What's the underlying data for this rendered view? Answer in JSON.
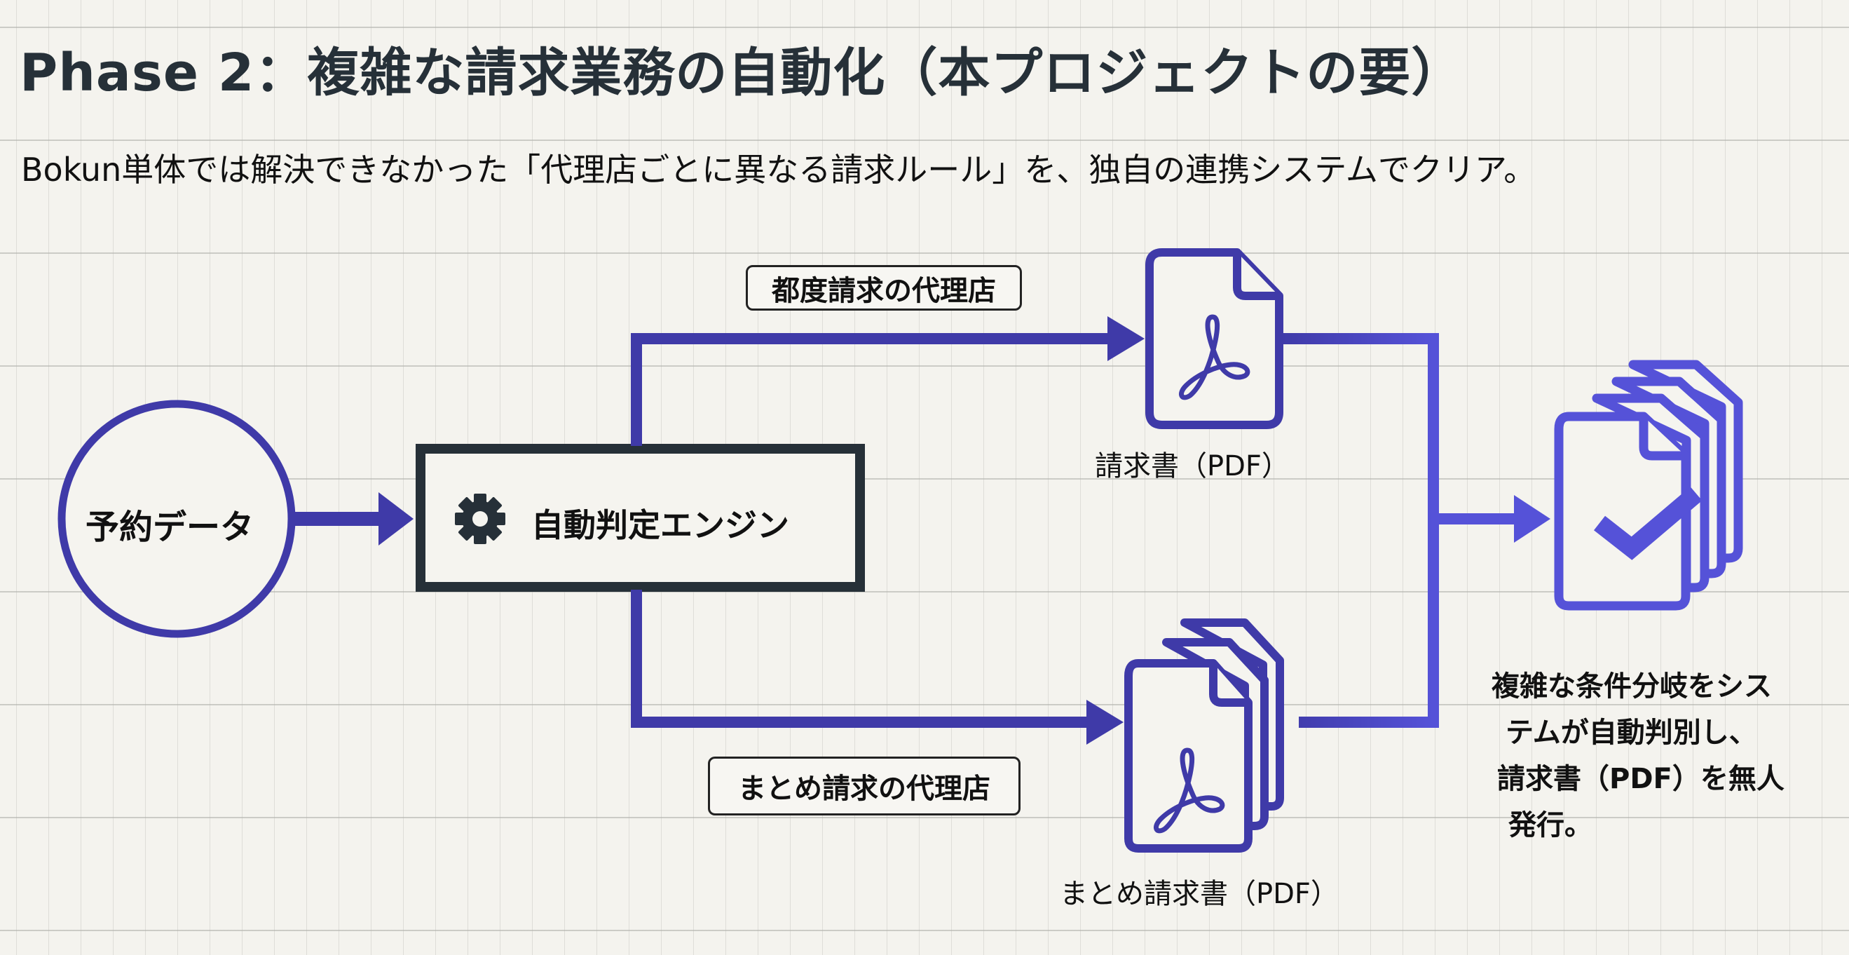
{
  "header": {
    "title": "Phase 2：複雑な請求業務の自動化（本プロジェクトの要）",
    "subtitle": "Bokun単体では解決できなかった「代理店ごとに異なる請求ルール」を、独自の連携システムでクリア。"
  },
  "diagram": {
    "colors": {
      "flow": "#3f3aa8",
      "flow_light": "#5552d8",
      "dark": "#263038",
      "background": "#f4f3ee"
    },
    "source_node": {
      "label": "予約データ",
      "icon": "circle-node"
    },
    "engine_node": {
      "label": "自動判定エンジン",
      "icon": "gear-icon"
    },
    "branches": [
      {
        "label": "都度請求の代理店",
        "output_label": "請求書（PDF）",
        "output_icon": "pdf-document-icon"
      },
      {
        "label": "まとめ請求の代理店",
        "output_label": "まとめ請求書（PDF）",
        "output_icon": "pdf-document-stack-icon"
      }
    ],
    "result": {
      "icon": "checked-documents-stack-icon",
      "caption_lines": [
        "複雑な条件分岐をシス",
        "テムが自動判別し、",
        "請求書（PDF）を無人",
        "発行。"
      ]
    }
  }
}
